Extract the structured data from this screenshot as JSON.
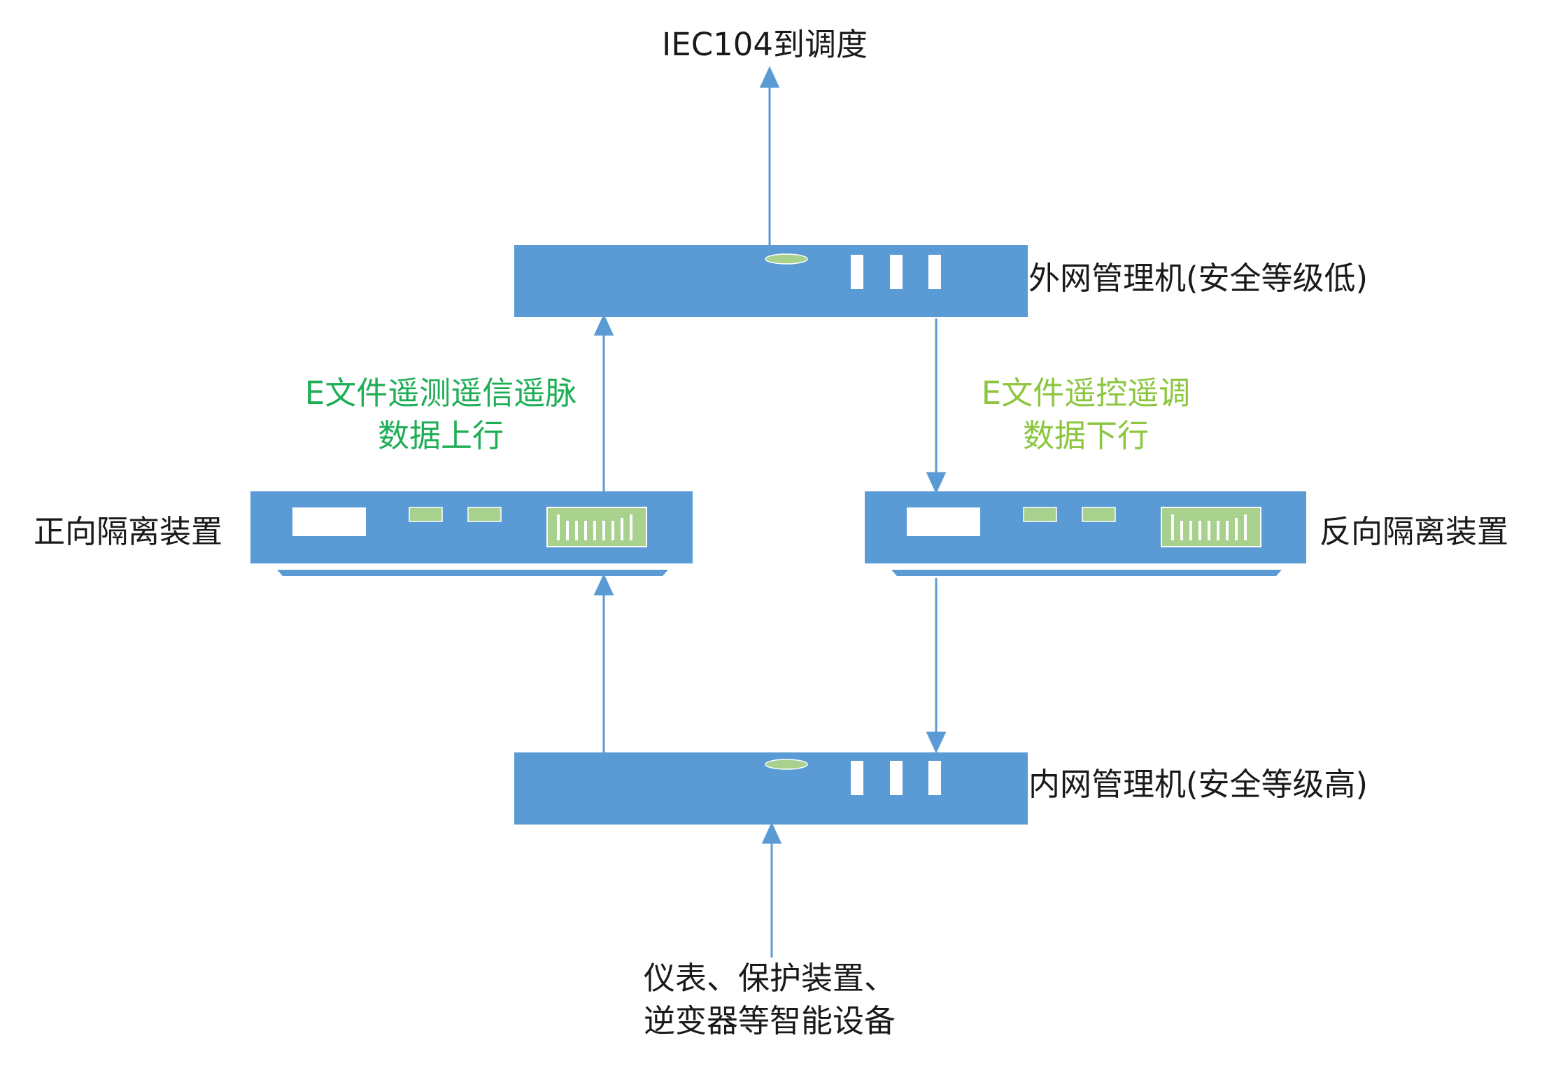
{
  "labels": {
    "top": "IEC104到调度",
    "outer": "外网管理机(安全等级低)",
    "inner": "内网管理机(安全等级高)",
    "forward": "正向隔离装置",
    "reverse": "反向隔离装置",
    "up_line1": "E文件遥测遥信遥脉",
    "up_line2": "数据上行",
    "down_line1": "E文件遥控遥调",
    "down_line2": "数据下行",
    "bottom_line1": "仪表、保护装置、",
    "bottom_line2": "逆变器等智能设备"
  },
  "colors": {
    "device": "#5b9bd5",
    "accent": "#a9d18e",
    "arrow": "#5b9bd5",
    "upText": "#1eae56",
    "downText": "#8cc63f"
  }
}
